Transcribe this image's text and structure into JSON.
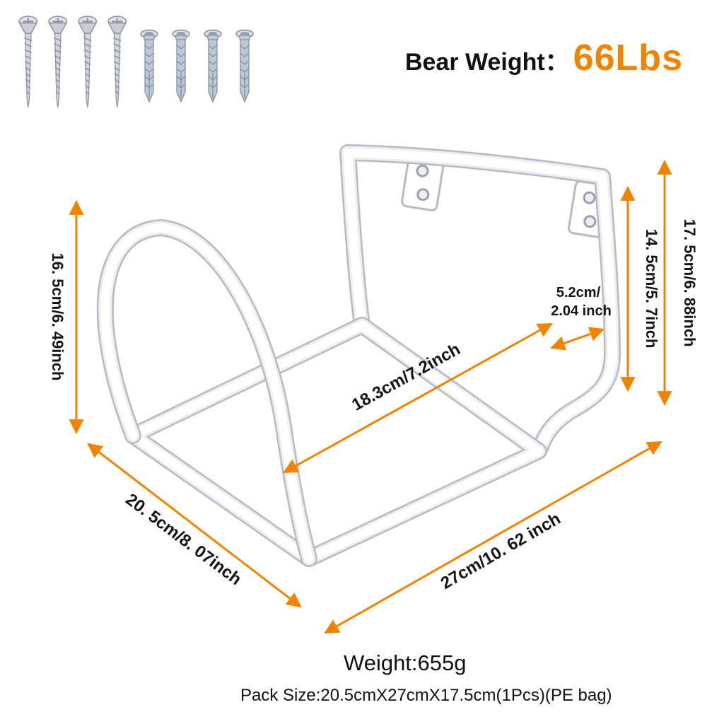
{
  "header": {
    "bear_weight_label": "Bear Weight：",
    "bear_weight_value": "66Lbs"
  },
  "hardware": {
    "screws_count": 4,
    "anchors_count": 4,
    "items": [
      "screw-icon",
      "wall-anchor-icon"
    ]
  },
  "dimensions": {
    "left_height": "16. 5cm/6. 49inch",
    "right_outer_height": "17. 5cm/6. 88inch",
    "right_inner_height": "14. 5cm/5. 7inch",
    "plate_depth_line1": "5.2cm/",
    "plate_depth_line2": "2.04 inch",
    "inner_width": "18.3cm/7.2inch",
    "side_depth": "20. 5cm/8. 07inch",
    "front_width": "27cm/10. 62 inch"
  },
  "footer": {
    "weight": "Weight:655g",
    "pack_size": "Pack Size:20.5cmX27cmX17.5cm(1Pcs)(PE bag)"
  },
  "colors": {
    "accent_orange": "#F08300",
    "label_black": "#141414",
    "tube_white": "#FFFFFF",
    "tube_outline": "#B5BBC3",
    "screw_steel": "#D3D7DD",
    "anchor_blue_gray": "#BDC7D5"
  }
}
